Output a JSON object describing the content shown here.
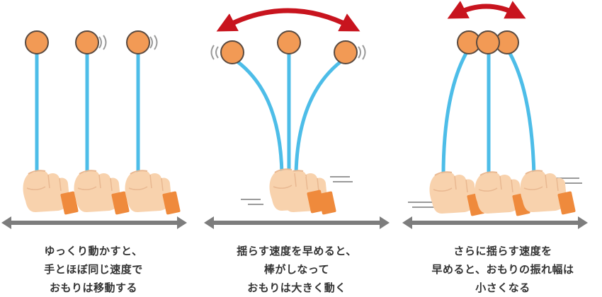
{
  "panels": [
    {
      "caption_lines": [
        "ゆっくり動かすと、",
        "手とほぼ同じ速度で",
        "おもりは移動する"
      ]
    },
    {
      "caption_lines": [
        "揺らす速度を早めると、",
        "棒がしなって",
        "おもりは大きく動く"
      ]
    },
    {
      "caption_lines": [
        "さらに揺らす速度を",
        "早めると、おもりの振れ幅は",
        "小さくなる"
      ]
    }
  ],
  "colors": {
    "rod": "#4dbde8",
    "weight": "#f29a55",
    "weight_stroke": "#5a4a40",
    "skin": "#f8d2ad",
    "cuff": "#ef8a3c",
    "axis_arrow": "#7d7d7d",
    "swing_arrow": "#c8141e",
    "caption": "#333333"
  },
  "icons": [
    "pendulum-weight-icon",
    "hand-icon",
    "double-headed-arrow-icon",
    "swing-arrow-icon",
    "motion-lines-icon"
  ]
}
